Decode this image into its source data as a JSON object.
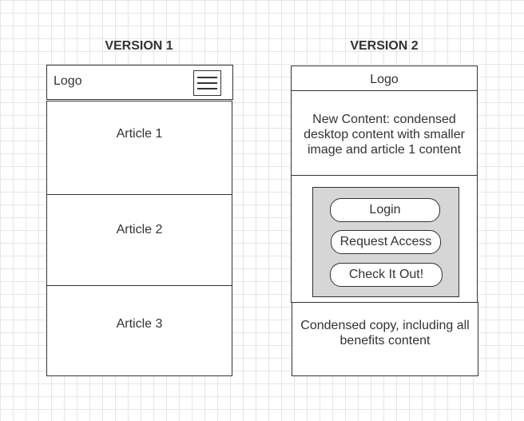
{
  "version1": {
    "heading": "VERSION 1",
    "logo": "Logo",
    "articles": [
      "Article 1",
      "Article 2",
      "Article 3"
    ]
  },
  "version2": {
    "heading": "VERSION 2",
    "logo": "Logo",
    "new_content": "New Content: condensed desktop content with smaller image and article 1 content",
    "buttons": [
      "Login",
      "Request Access",
      "Check It Out!"
    ],
    "condensed_copy": "Condensed copy, including all benefits content"
  },
  "colors": {
    "stroke": "#333333",
    "panel_fill": "#d6d6d6",
    "grid": "#e6e6e6"
  }
}
